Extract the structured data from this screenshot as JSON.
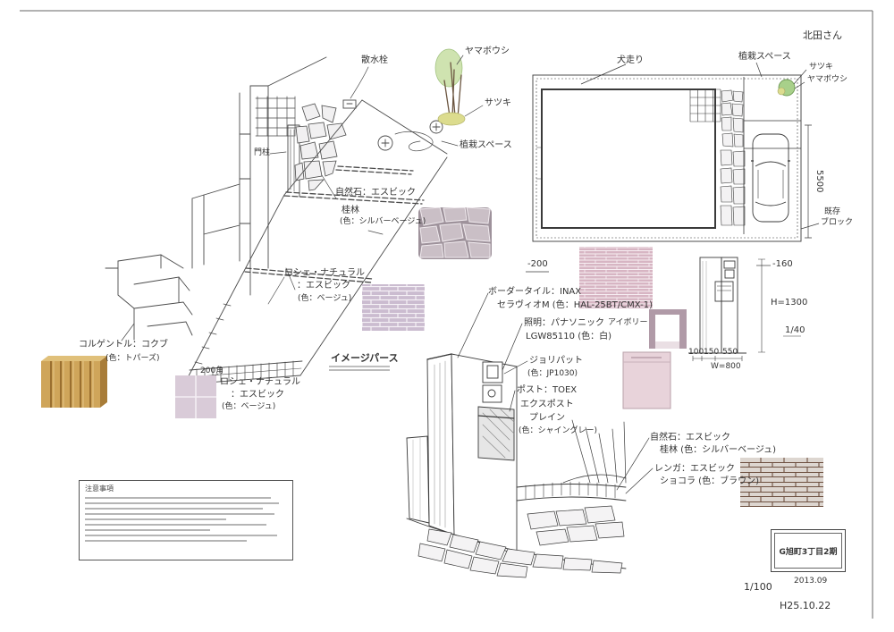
{
  "client_name": "北田さん",
  "perspective": {
    "sprinkler": "散水栓",
    "tree": "ヤマボウシ",
    "shrub": "サツキ",
    "planting_space": "植栽スペース",
    "gate_post": "門柱",
    "natural_stone": {
      "line1": "自然石：エスビック",
      "line2": "桂林",
      "line3": "(色：シルバーベージュ)"
    },
    "roche": {
      "line1": "ロシェ・ナチュラル",
      "line2": "：エスビック",
      "line3": "(色：ベージュ)"
    },
    "block": {
      "line1": "コルゲントル：コクブ",
      "line2": "(色：トパーズ)"
    },
    "tile": {
      "line1": "200角",
      "line2": "ロシェ・ナチュラル",
      "line3": "：エスビック",
      "line4": "(色：ベージュ)"
    },
    "title": "イメージパース"
  },
  "plan": {
    "path_label": "犬走り",
    "planting_space": "植栽スペース",
    "shrub": "サツキ",
    "tree": "ヤマボウシ",
    "depth_dim": "5500",
    "existing_block": {
      "line1": "既存",
      "line2": "ブロック"
    },
    "level_left": "-200",
    "level_right": "-160"
  },
  "elevation": {
    "height": "H=1300",
    "scale": "1/40",
    "dims": [
      "100",
      "150",
      "550"
    ],
    "width": "W=800"
  },
  "gate": {
    "border_tile": {
      "line1": "ボーダータイル：INAX",
      "line2": "セラヴィオM (色：HAL-25BT/CMX-1)",
      "line3": "アイボリー"
    },
    "lighting": {
      "line1": "照明：パナソニック",
      "line2": "LGW85110 (色：白)"
    },
    "plaster": {
      "line1": "ジョリパット",
      "line2": "(色：JP1030)"
    },
    "post": {
      "line1": "ポスト：TOEX",
      "line2": "エクスポスト",
      "line3": "プレイン",
      "line4": "(色：シャイングレー)"
    },
    "natural_stone": {
      "line1": "自然石：エスビック",
      "line2": "桂林 (色：シルバーベージュ)"
    },
    "brick": {
      "line1": "レンガ：エスビック",
      "line2": "ショコラ (色：ブラウン)"
    }
  },
  "notes": {
    "heading": "注意事項"
  },
  "title_block": {
    "project": "G旭町3丁目2期",
    "date": "2013.09",
    "scale": "1/100",
    "revision_date": "H25.10.22"
  },
  "colors": {
    "ink": "#3a3a3a",
    "tree_green": "#a8d08a",
    "block_ochre": "#cfa55a",
    "tile_lavender": "#d9cbd8",
    "brick_lavender": "#cbbcd0",
    "brick_pink": "#d7b5c3",
    "brick_chocolate_joint": "#6e5040"
  }
}
